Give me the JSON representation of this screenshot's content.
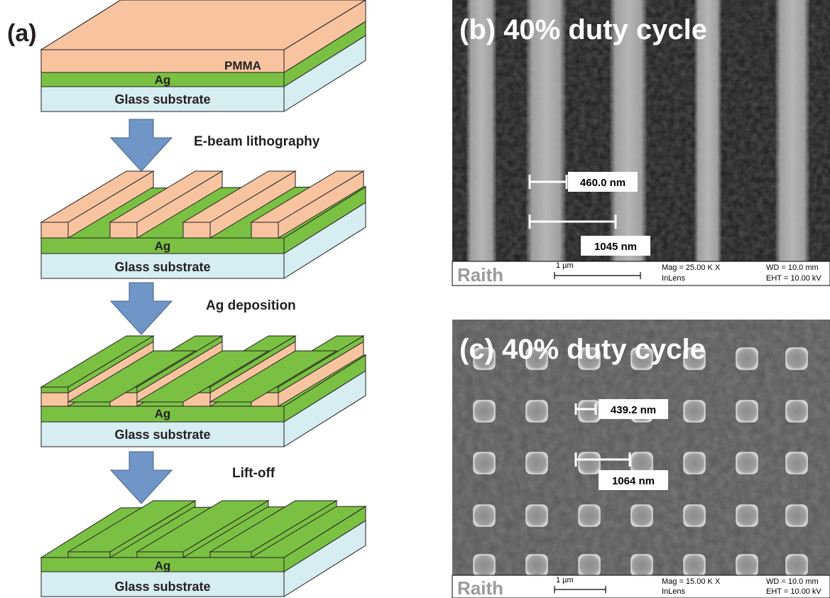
{
  "panel_a": {
    "label": "(a)",
    "step1": {
      "pmma": "PMMA",
      "ag": "Ag",
      "glass": "Glass substrate"
    },
    "arrow1": "E-beam lithography",
    "step2": {
      "ag": "Ag",
      "glass": "Glass substrate"
    },
    "arrow2": "Ag deposition",
    "step3": {
      "ag": "Ag",
      "glass": "Glass substrate"
    },
    "arrow3": "Lift-off",
    "step4": {
      "ag": "Ag",
      "glass": "Glass substrate"
    }
  },
  "panel_b": {
    "title": "(b) 40% duty cycle",
    "measure_width": "460.0 nm",
    "measure_period": "1045 nm",
    "footer": {
      "brand": "Raith",
      "scale": "1 µm",
      "mag": "Mag =  25.00 K X",
      "detector": "InLens",
      "wd": "WD = 10.0 mm",
      "eht": "EHT = 10.00 kV"
    }
  },
  "panel_c": {
    "title": "(c) 40% duty cycle",
    "measure_width": "439.2 nm",
    "measure_period": "1064 nm",
    "footer": {
      "brand": "Raith",
      "scale": "1 µm",
      "mag": "Mag =  15.00 K X",
      "detector": "InLens",
      "wd": "WD = 10.0 mm",
      "eht": "EHT = 10.00 kV"
    }
  },
  "colors": {
    "pmma": "#f8c4a0",
    "ag": "#7ac143",
    "glass": "#d6edf2",
    "arrow": "#7096c8"
  }
}
